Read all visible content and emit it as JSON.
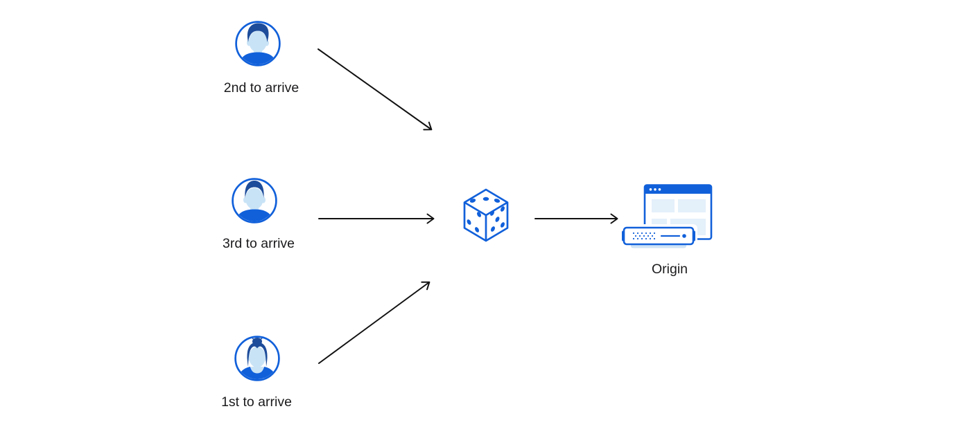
{
  "diagram": {
    "description": "Three visitors routed via random selection (dice) to an origin server",
    "nodes": {
      "visitor_second": {
        "label": "2nd to arrive",
        "icon": "user-avatar-icon"
      },
      "visitor_third": {
        "label": "3rd to arrive",
        "icon": "user-avatar-icon"
      },
      "visitor_first": {
        "label": "1st to arrive",
        "icon": "user-avatar-icon"
      },
      "random_selector": {
        "label": "",
        "icon": "dice-icon"
      },
      "origin": {
        "label": "Origin",
        "icon": "origin-server-icon"
      }
    },
    "edges": [
      {
        "from": "visitor_second",
        "to": "random_selector"
      },
      {
        "from": "visitor_third",
        "to": "random_selector"
      },
      {
        "from": "visitor_first",
        "to": "random_selector"
      },
      {
        "from": "random_selector",
        "to": "origin"
      }
    ],
    "colors": {
      "accent_blue": "#1160da",
      "hair_navy": "#1d4c9a",
      "skin_light_blue": "#c9e3f6",
      "panel_light_blue": "#e4f0fa",
      "shadow_blue": "#cfe4f6",
      "arrow": "#111111",
      "text": "#1b1b1d",
      "background": "#ffffff"
    }
  }
}
